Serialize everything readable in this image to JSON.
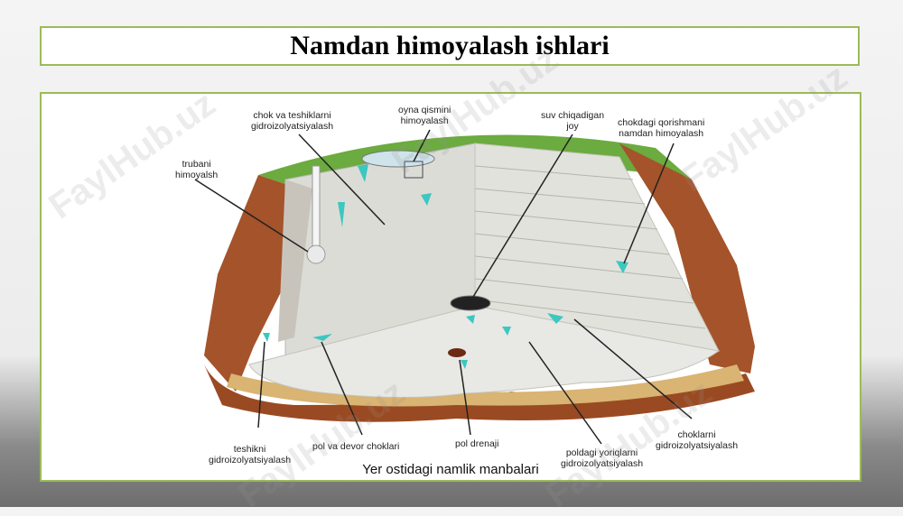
{
  "title": "Namdan himoyalash ishlari",
  "watermark": "FaylHub.uz",
  "caption": "Yer ostidagi namlik manbalari",
  "labels": {
    "chok_teshik": "chok va teshiklarni\ngidroizolyatsiyalash",
    "oyna": "oyna qismini\nhimoyalash",
    "suv": "suv chiqadigan\njoy",
    "chokdagi": "chokdagi qorishmani\nnamdan himoyalash",
    "truba": "trubani\nhimoyalsh",
    "teshik": "teshikni\ngidroizolyatsiyalash",
    "pol_devor": "pol va devor choklari",
    "drenaj": "pol drenaji",
    "yoriq": "poldagi yoriqlarni\ngidroizolyatsiyalash",
    "choklar": "choklarni\ngidroizolyatsiyalash"
  },
  "colors": {
    "accent": "#9bbb59",
    "seal": "#3cc7c0",
    "soil": "#a5532a",
    "grass": "#6bab3f"
  }
}
